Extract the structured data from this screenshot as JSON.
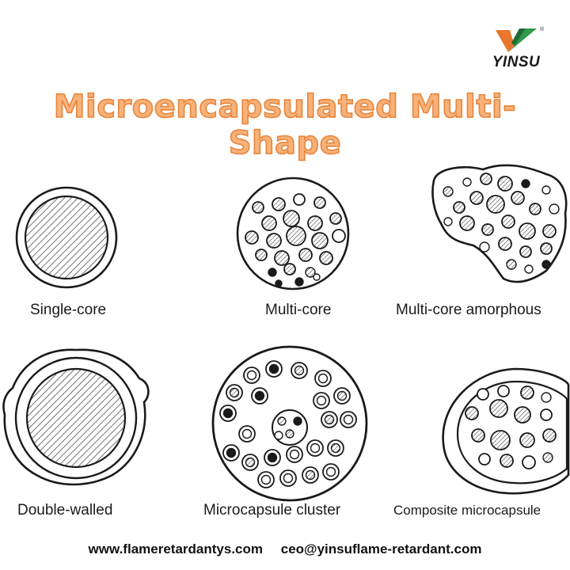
{
  "brand": {
    "name": "YINSU",
    "registered_mark": "®"
  },
  "title": "Microencapsulated Multi-Shape",
  "shapes": [
    {
      "label": "Single-core"
    },
    {
      "label": "Multi-core"
    },
    {
      "label": "Multi-core amorphous"
    },
    {
      "label": "Double-walled"
    },
    {
      "label": "Microcapsule cluster"
    },
    {
      "label": "Composite microcapsule"
    }
  ],
  "footer": {
    "website": "www.flameretardantys.com",
    "email": "ceo@yinsuflame-retardant.com"
  },
  "colors": {
    "title_fill": "#f7b27a",
    "title_outline": "#e8853b",
    "logo_orange": "#e8762c",
    "logo_green": "#2e9a4a",
    "ink": "#1a1a1a"
  }
}
